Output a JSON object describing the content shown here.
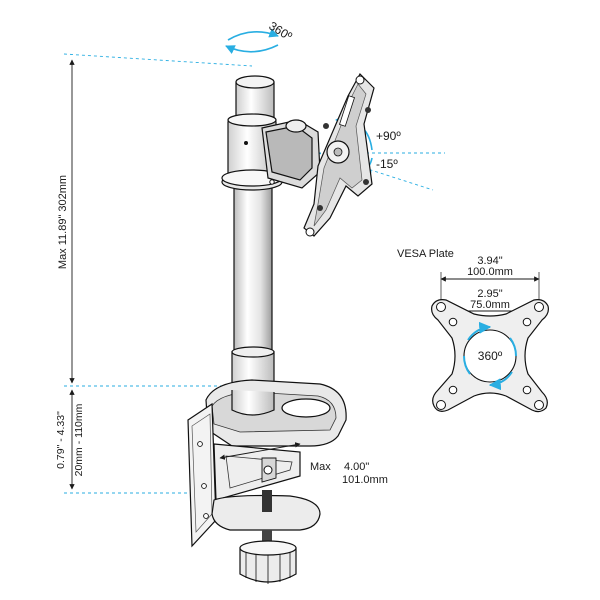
{
  "figure": {
    "rotation_top": "360º",
    "tilt_up": "+90º",
    "tilt_down": "-15º",
    "height_label": "Max  11.89\"  302mm",
    "clamp_range_inch": "0.79\" - 4.33\"",
    "clamp_range_mm": "20mm - 110mm",
    "clamp_depth_label": "Max",
    "clamp_depth_inch": "4.00\"",
    "clamp_depth_mm": "101.0mm",
    "vesa": {
      "title": "VESA Plate",
      "outer_inch": "3.94\"",
      "outer_mm": "100.0mm",
      "inner_inch": "2.95\"",
      "inner_mm": "75.0mm",
      "rotation": "360º"
    },
    "colors": {
      "accent": "#29aee2",
      "line": "#111111",
      "metal": "#e9e9e9"
    }
  }
}
